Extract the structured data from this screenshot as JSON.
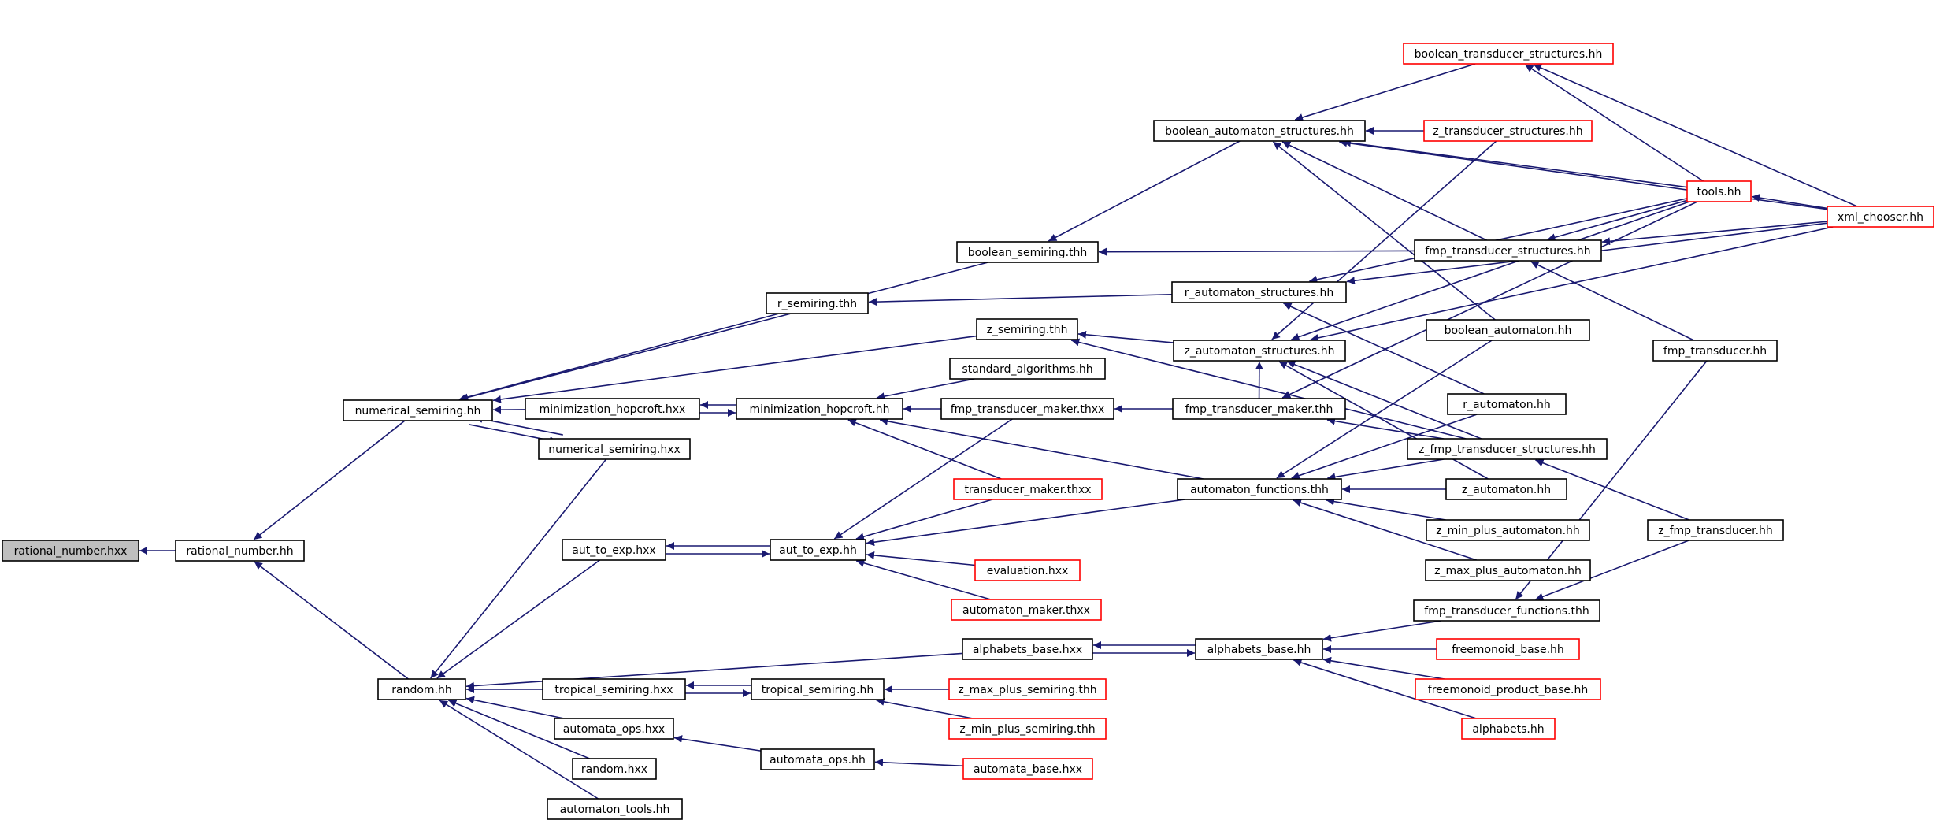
{
  "colors": {
    "edge": "#191970",
    "node_border": "#000000",
    "node_border_missing": "#ff0000",
    "root_fill": "#bfbfbf",
    "background": "#ffffff"
  },
  "nodes": [
    {
      "id": "rational_number_hxx",
      "label": "rational_number.hxx",
      "style": "root"
    },
    {
      "id": "rational_number_hh",
      "label": "rational_number.hh",
      "style": "normal"
    },
    {
      "id": "numerical_semiring_hh",
      "label": "numerical_semiring.hh",
      "style": "normal"
    },
    {
      "id": "random_hh",
      "label": "random.hh",
      "style": "normal"
    },
    {
      "id": "boolean_semiring_thh",
      "label": "boolean_semiring.thh",
      "style": "normal"
    },
    {
      "id": "r_semiring_thh",
      "label": "r_semiring.thh",
      "style": "normal"
    },
    {
      "id": "z_semiring_thh",
      "label": "z_semiring.thh",
      "style": "normal"
    },
    {
      "id": "standard_algorithms_hh",
      "label": "standard_algorithms.hh",
      "style": "normal"
    },
    {
      "id": "minimization_hopcroft_hxx",
      "label": "minimization_hopcroft.hxx",
      "style": "normal"
    },
    {
      "id": "minimization_hopcroft_hh",
      "label": "minimization_hopcroft.hh",
      "style": "normal"
    },
    {
      "id": "numerical_semiring_hxx",
      "label": "numerical_semiring.hxx",
      "style": "normal"
    },
    {
      "id": "fmp_transducer_maker_thxx",
      "label": "fmp_transducer_maker.thxx",
      "style": "normal"
    },
    {
      "id": "transducer_maker_thxx",
      "label": "transducer_maker.thxx",
      "style": "red"
    },
    {
      "id": "aut_to_exp_hxx",
      "label": "aut_to_exp.hxx",
      "style": "normal"
    },
    {
      "id": "aut_to_exp_hh",
      "label": "aut_to_exp.hh",
      "style": "normal"
    },
    {
      "id": "evaluation_hxx",
      "label": "evaluation.hxx",
      "style": "red"
    },
    {
      "id": "automaton_maker_thxx",
      "label": "automaton_maker.thxx",
      "style": "red"
    },
    {
      "id": "alphabets_base_hxx",
      "label": "alphabets_base.hxx",
      "style": "normal"
    },
    {
      "id": "tropical_semiring_hxx",
      "label": "tropical_semiring.hxx",
      "style": "normal"
    },
    {
      "id": "tropical_semiring_hh",
      "label": "tropical_semiring.hh",
      "style": "normal"
    },
    {
      "id": "z_max_plus_semiring_thh",
      "label": "z_max_plus_semiring.thh",
      "style": "red"
    },
    {
      "id": "z_min_plus_semiring_thh",
      "label": "z_min_plus_semiring.thh",
      "style": "red"
    },
    {
      "id": "automata_ops_hxx",
      "label": "automata_ops.hxx",
      "style": "normal"
    },
    {
      "id": "automata_ops_hh",
      "label": "automata_ops.hh",
      "style": "normal"
    },
    {
      "id": "automata_base_hxx",
      "label": "automata_base.hxx",
      "style": "red"
    },
    {
      "id": "random_hxx",
      "label": "random.hxx",
      "style": "normal"
    },
    {
      "id": "automaton_tools_hh",
      "label": "automaton_tools.hh",
      "style": "normal"
    },
    {
      "id": "boolean_automaton_structures_hh",
      "label": "boolean_automaton_structures.hh",
      "style": "normal"
    },
    {
      "id": "boolean_transducer_structures_hh",
      "label": "boolean_transducer_structures.hh",
      "style": "red"
    },
    {
      "id": "z_transducer_structures_hh",
      "label": "z_transducer_structures.hh",
      "style": "red"
    },
    {
      "id": "tools_hh",
      "label": "tools.hh",
      "style": "red"
    },
    {
      "id": "xml_chooser_hh",
      "label": "xml_chooser.hh",
      "style": "red"
    },
    {
      "id": "fmp_transducer_structures_hh",
      "label": "fmp_transducer_structures.hh",
      "style": "normal"
    },
    {
      "id": "r_automaton_structures_hh",
      "label": "r_automaton_structures.hh",
      "style": "normal"
    },
    {
      "id": "z_automaton_structures_hh",
      "label": "z_automaton_structures.hh",
      "style": "normal"
    },
    {
      "id": "boolean_automaton_hh",
      "label": "boolean_automaton.hh",
      "style": "normal"
    },
    {
      "id": "r_automaton_hh",
      "label": "r_automaton.hh",
      "style": "normal"
    },
    {
      "id": "fmp_transducer_hh",
      "label": "fmp_transducer.hh",
      "style": "normal"
    },
    {
      "id": "fmp_transducer_maker_thh",
      "label": "fmp_transducer_maker.thh",
      "style": "normal"
    },
    {
      "id": "z_fmp_transducer_structures_hh",
      "label": "z_fmp_transducer_structures.hh",
      "style": "normal"
    },
    {
      "id": "automaton_functions_thh",
      "label": "automaton_functions.thh",
      "style": "normal"
    },
    {
      "id": "z_automaton_hh",
      "label": "z_automaton.hh",
      "style": "normal"
    },
    {
      "id": "z_min_plus_automaton_hh",
      "label": "z_min_plus_automaton.hh",
      "style": "normal"
    },
    {
      "id": "z_max_plus_automaton_hh",
      "label": "z_max_plus_automaton.hh",
      "style": "normal"
    },
    {
      "id": "z_fmp_transducer_hh",
      "label": "z_fmp_transducer.hh",
      "style": "normal"
    },
    {
      "id": "fmp_transducer_functions_thh",
      "label": "fmp_transducer_functions.thh",
      "style": "normal"
    },
    {
      "id": "alphabets_base_hh",
      "label": "alphabets_base.hh",
      "style": "normal"
    },
    {
      "id": "freemonoid_base_hh",
      "label": "freemonoid_base.hh",
      "style": "red"
    },
    {
      "id": "freemonoid_product_base_hh",
      "label": "freemonoid_product_base.hh",
      "style": "red"
    },
    {
      "id": "alphabets_hh",
      "label": "alphabets.hh",
      "style": "red"
    }
  ],
  "edges": [
    {
      "from": "rational_number_hh",
      "to": "rational_number_hxx"
    },
    {
      "from": "numerical_semiring_hh",
      "to": "rational_number_hh"
    },
    {
      "from": "random_hh",
      "to": "rational_number_hh"
    },
    {
      "from": "boolean_semiring_thh",
      "to": "numerical_semiring_hh"
    },
    {
      "from": "r_semiring_thh",
      "to": "numerical_semiring_hh"
    },
    {
      "from": "z_semiring_thh",
      "to": "numerical_semiring_hh"
    },
    {
      "from": "minimization_hopcroft_hxx",
      "to": "numerical_semiring_hh"
    },
    {
      "from": "numerical_semiring_hxx",
      "to": "numerical_semiring_hh"
    },
    {
      "from": "numerical_semiring_hh",
      "to": "numerical_semiring_hxx"
    },
    {
      "from": "minimization_hopcroft_hh",
      "to": "minimization_hopcroft_hxx"
    },
    {
      "from": "minimization_hopcroft_hxx",
      "to": "minimization_hopcroft_hh"
    },
    {
      "from": "standard_algorithms_hh",
      "to": "minimization_hopcroft_hh"
    },
    {
      "from": "fmp_transducer_maker_thxx",
      "to": "minimization_hopcroft_hh"
    },
    {
      "from": "transducer_maker_thxx",
      "to": "minimization_hopcroft_hh"
    },
    {
      "from": "automaton_functions_thh",
      "to": "minimization_hopcroft_hh"
    },
    {
      "from": "fmp_transducer_maker_thh",
      "to": "fmp_transducer_maker_thxx"
    },
    {
      "from": "aut_to_exp_hxx",
      "to": "random_hh"
    },
    {
      "from": "alphabets_base_hxx",
      "to": "random_hh"
    },
    {
      "from": "tropical_semiring_hxx",
      "to": "random_hh"
    },
    {
      "from": "automata_ops_hxx",
      "to": "random_hh"
    },
    {
      "from": "random_hxx",
      "to": "random_hh"
    },
    {
      "from": "automaton_tools_hh",
      "to": "random_hh"
    },
    {
      "from": "numerical_semiring_hxx",
      "to": "random_hh"
    },
    {
      "from": "aut_to_exp_hh",
      "to": "aut_to_exp_hxx"
    },
    {
      "from": "aut_to_exp_hxx",
      "to": "aut_to_exp_hh"
    },
    {
      "from": "fmp_transducer_maker_thxx",
      "to": "aut_to_exp_hh"
    },
    {
      "from": "transducer_maker_thxx",
      "to": "aut_to_exp_hh"
    },
    {
      "from": "automaton_functions_thh",
      "to": "aut_to_exp_hh"
    },
    {
      "from": "evaluation_hxx",
      "to": "aut_to_exp_hh"
    },
    {
      "from": "automaton_maker_thxx",
      "to": "aut_to_exp_hh"
    },
    {
      "from": "alphabets_base_hh",
      "to": "alphabets_base_hxx"
    },
    {
      "from": "alphabets_base_hxx",
      "to": "alphabets_base_hh"
    },
    {
      "from": "tropical_semiring_hh",
      "to": "tropical_semiring_hxx"
    },
    {
      "from": "tropical_semiring_hxx",
      "to": "tropical_semiring_hh"
    },
    {
      "from": "z_max_plus_semiring_thh",
      "to": "tropical_semiring_hh"
    },
    {
      "from": "z_min_plus_semiring_thh",
      "to": "tropical_semiring_hh"
    },
    {
      "from": "automata_ops_hh",
      "to": "automata_ops_hxx"
    },
    {
      "from": "automata_base_hxx",
      "to": "automata_ops_hh"
    },
    {
      "from": "boolean_automaton_structures_hh",
      "to": "boolean_semiring_thh"
    },
    {
      "from": "fmp_transducer_structures_hh",
      "to": "boolean_semiring_thh"
    },
    {
      "from": "r_automaton_structures_hh",
      "to": "r_semiring_thh"
    },
    {
      "from": "z_automaton_structures_hh",
      "to": "z_semiring_thh"
    },
    {
      "from": "z_fmp_transducer_structures_hh",
      "to": "z_semiring_thh"
    },
    {
      "from": "boolean_transducer_structures_hh",
      "to": "boolean_automaton_structures_hh"
    },
    {
      "from": "z_transducer_structures_hh",
      "to": "boolean_automaton_structures_hh"
    },
    {
      "from": "tools_hh",
      "to": "boolean_automaton_structures_hh"
    },
    {
      "from": "xml_chooser_hh",
      "to": "boolean_automaton_structures_hh"
    },
    {
      "from": "fmp_transducer_structures_hh",
      "to": "boolean_automaton_structures_hh"
    },
    {
      "from": "boolean_automaton_hh",
      "to": "boolean_automaton_structures_hh"
    },
    {
      "from": "tools_hh",
      "to": "boolean_transducer_structures_hh"
    },
    {
      "from": "xml_chooser_hh",
      "to": "boolean_transducer_structures_hh"
    },
    {
      "from": "xml_chooser_hh",
      "to": "tools_hh"
    },
    {
      "from": "tools_hh",
      "to": "fmp_transducer_structures_hh"
    },
    {
      "from": "xml_chooser_hh",
      "to": "fmp_transducer_structures_hh"
    },
    {
      "from": "fmp_transducer_hh",
      "to": "fmp_transducer_structures_hh"
    },
    {
      "from": "xml_chooser_hh",
      "to": "r_automaton_structures_hh"
    },
    {
      "from": "tools_hh",
      "to": "r_automaton_structures_hh"
    },
    {
      "from": "r_automaton_hh",
      "to": "r_automaton_structures_hh"
    },
    {
      "from": "z_transducer_structures_hh",
      "to": "z_automaton_structures_hh"
    },
    {
      "from": "tools_hh",
      "to": "z_automaton_structures_hh"
    },
    {
      "from": "xml_chooser_hh",
      "to": "z_automaton_structures_hh"
    },
    {
      "from": "z_automaton_hh",
      "to": "z_automaton_structures_hh"
    },
    {
      "from": "z_fmp_transducer_structures_hh",
      "to": "z_automaton_structures_hh"
    },
    {
      "from": "fmp_transducer_maker_thh",
      "to": "z_automaton_structures_hh"
    },
    {
      "from": "tools_hh",
      "to": "fmp_transducer_maker_thh"
    },
    {
      "from": "z_fmp_transducer_structures_hh",
      "to": "fmp_transducer_maker_thh"
    },
    {
      "from": "z_fmp_transducer_hh",
      "to": "z_fmp_transducer_structures_hh"
    },
    {
      "from": "boolean_automaton_hh",
      "to": "automaton_functions_thh"
    },
    {
      "from": "r_automaton_hh",
      "to": "automaton_functions_thh"
    },
    {
      "from": "z_automaton_hh",
      "to": "automaton_functions_thh"
    },
    {
      "from": "z_min_plus_automaton_hh",
      "to": "automaton_functions_thh"
    },
    {
      "from": "z_max_plus_automaton_hh",
      "to": "automaton_functions_thh"
    },
    {
      "from": "z_fmp_transducer_structures_hh",
      "to": "automaton_functions_thh"
    },
    {
      "from": "fmp_transducer_functions_thh",
      "to": "alphabets_base_hh"
    },
    {
      "from": "fmp_transducer_hh",
      "to": "fmp_transducer_functions_thh"
    },
    {
      "from": "z_fmp_transducer_hh",
      "to": "fmp_transducer_functions_thh"
    },
    {
      "from": "freemonoid_base_hh",
      "to": "alphabets_base_hh"
    },
    {
      "from": "freemonoid_product_base_hh",
      "to": "alphabets_base_hh"
    },
    {
      "from": "alphabets_hh",
      "to": "alphabets_base_hh"
    }
  ]
}
